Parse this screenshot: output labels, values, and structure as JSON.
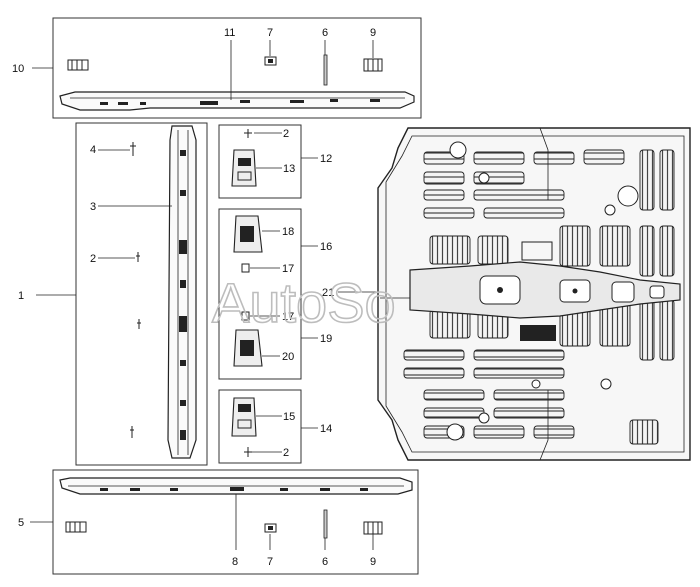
{
  "diagram": {
    "type": "exploded-parts-diagram",
    "watermark": "AutoSo",
    "callouts": {
      "c1": "1",
      "c2a": "2",
      "c2b": "2",
      "c2c": "2",
      "c3": "3",
      "c4": "4",
      "c5": "5",
      "c6a": "6",
      "c6b": "6",
      "c7a": "7",
      "c7b": "7",
      "c8": "8",
      "c9a": "9",
      "c9b": "9",
      "c10": "10",
      "c11": "11",
      "c12": "12",
      "c13": "13",
      "c14": "14",
      "c15": "15",
      "c16": "16",
      "c17a": "17",
      "c17b": "17",
      "c18": "18",
      "c19": "19",
      "c20": "20",
      "c21": "21"
    }
  }
}
